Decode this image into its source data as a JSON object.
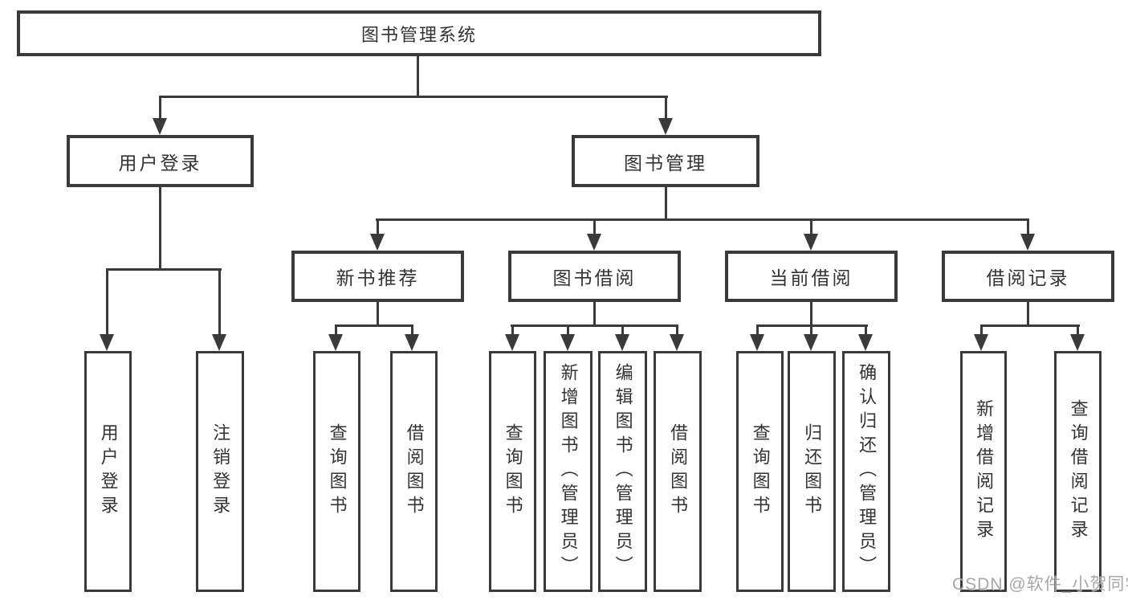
{
  "diagram": {
    "root": "图书管理系统",
    "branches": [
      {
        "label": "用户登录",
        "children": [
          "用户登录",
          "注销登录"
        ]
      },
      {
        "label": "图书管理",
        "children": [
          {
            "label": "新书推荐",
            "children": [
              "查询图书",
              "借阅图书"
            ]
          },
          {
            "label": "图书借阅",
            "children": [
              "查询图书",
              "新增图书（管理员）",
              "编辑图书（管理员）",
              "借阅图书"
            ]
          },
          {
            "label": "当前借阅",
            "children": [
              "查询图书",
              "归还图书",
              "确认归还（管理员）"
            ]
          },
          {
            "label": "借阅记录",
            "children": [
              "新增借阅记录",
              "查询借阅记录"
            ]
          }
        ]
      }
    ]
  },
  "watermark": "CSDN @软件_小贺同学",
  "colors": {
    "box_border": "#3a3a3a",
    "connector_line": "#3a3a3a",
    "label_text": "#333333",
    "watermark_text": "#9e9e9e",
    "background": "#ffffff"
  }
}
